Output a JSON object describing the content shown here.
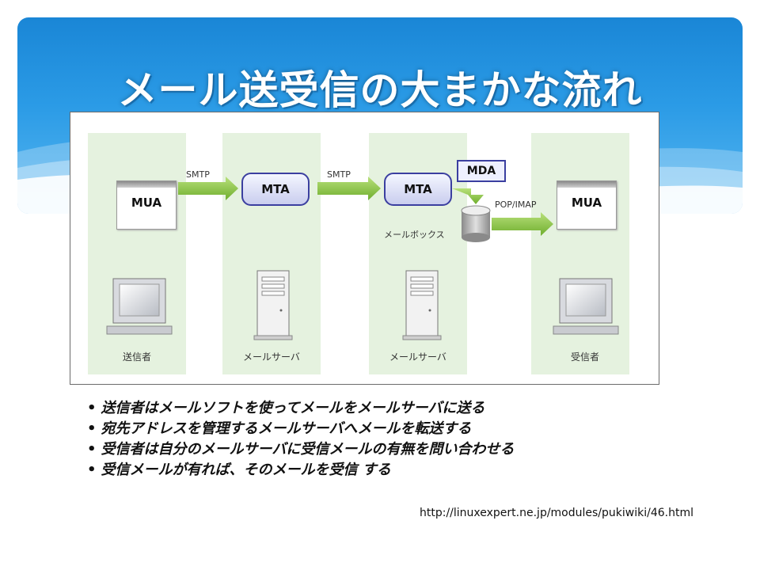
{
  "slide": {
    "title": "メール送受信の大まかな流れ",
    "source_url": "http://linuxexpert.ne.jp/modules/pukiwiki/46.html"
  },
  "diagram": {
    "columns": [
      {
        "label": "送信者",
        "box": "MUA"
      },
      {
        "label": "メールサーバ",
        "box": "MTA"
      },
      {
        "label": "メールサーバ",
        "box": "MTA"
      },
      {
        "label": "受信者",
        "box": "MUA"
      }
    ],
    "arrows": {
      "smtp1": "SMTP",
      "smtp2": "SMTP",
      "popimap": "POP/IMAP"
    },
    "mda_label": "MDA",
    "mailbox_label": "メールボックス"
  },
  "bullets": [
    "送信者はメールソフトを使ってメールをメールサーバに送る",
    "宛先アドレスを管理するメールサーバへメールを転送する",
    "受信者は自分のメールサーバに受信メールの有無を問い合わせる",
    "受信メールが有れば、そのメールを受信 する"
  ],
  "bullet_glyph": "•",
  "colors": {
    "banner": "#2b9be6",
    "column_bg": "#e5f2df",
    "arrow": "#8cc63f",
    "node_border": "#3b3fa0"
  }
}
